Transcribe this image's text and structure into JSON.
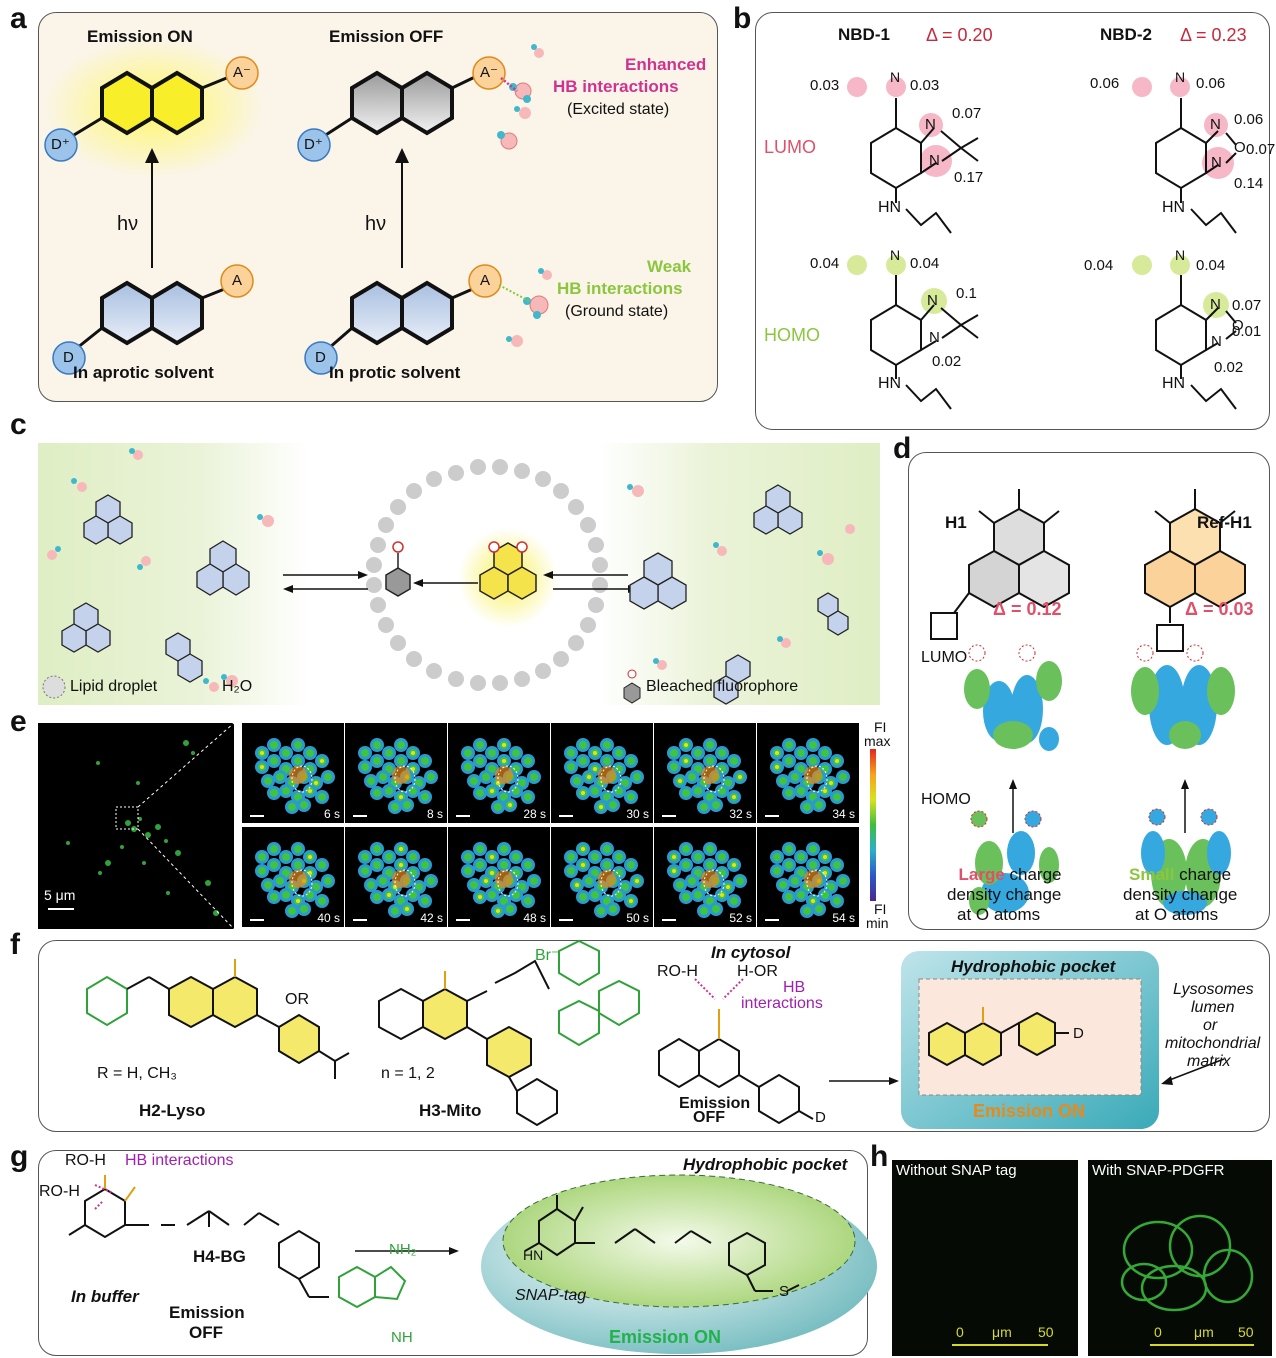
{
  "panel_labels": {
    "a": "a",
    "b": "b",
    "c": "c",
    "d": "d",
    "e": "e",
    "f": "f",
    "g": "g",
    "h": "h"
  },
  "panel_a": {
    "emission_on": "Emission ON",
    "emission_off": "Emission OFF",
    "enhanced_hb": "Enhanced",
    "enhanced_hb2": "HB interactions",
    "excited_state": "(Excited state)",
    "weak_hb": "Weak",
    "weak_hb2": "HB interactions",
    "ground_state": "(Ground state)",
    "hv_left": "hν",
    "hv_right": "hν",
    "aprotic": "In aprotic solvent",
    "protic": "In protic solvent",
    "donor_plus": "D⁺",
    "acceptor_minus": "A⁻",
    "donor": "D",
    "acceptor": "A"
  },
  "panel_b": {
    "nbd1_title": "NBD-1",
    "nbd1_delta": "Δ = 0.20",
    "nbd2_title": "NBD-2",
    "nbd2_delta": "Δ = 0.23",
    "lumo": "LUMO",
    "homo": "HOMO",
    "nbd1_lumo_vals": [
      "0.03",
      "0.03",
      "0.07",
      "0.17"
    ],
    "nbd1_homo_vals": [
      "0.04",
      "0.04",
      "0.1",
      "0.02"
    ],
    "nbd2_lumo_vals": [
      "0.06",
      "0.06",
      "0.06",
      "0.07",
      "0.14"
    ],
    "nbd2_homo_vals": [
      "0.04",
      "0.04",
      "0.07",
      "0.01",
      "0.02"
    ],
    "atom_N": "N",
    "atom_O": "O",
    "atom_HN": "HN"
  },
  "panel_c": {
    "lipid_droplet": "Lipid droplet",
    "h2o": "H₂O",
    "bleached": "Bleached fluorophore"
  },
  "panel_d": {
    "h1": "H1",
    "ref_h1": "Ref-H1",
    "h1_delta": "Δ = 0.12",
    "ref_delta": "Δ = 0.03",
    "lumo": "LUMO",
    "homo": "HOMO",
    "large": "Large",
    "small": "Small",
    "charge_text1": "charge",
    "density_text": "density change",
    "at_o": "at O atoms"
  },
  "panel_e": {
    "scale": "5 μm",
    "fi_max": "FI",
    "fi_max2": "max",
    "fi_min": "FI",
    "fi_min2": "min",
    "times": [
      "6 s",
      "8 s",
      "28 s",
      "30 s",
      "32 s",
      "34 s",
      "40 s",
      "42 s",
      "48 s",
      "50 s",
      "52 s",
      "54 s"
    ]
  },
  "panel_f": {
    "r_def": "R = H, CH₃",
    "h2": "H2-Lyso",
    "n_def": "n = 1, 2",
    "h3": "H3-Mito",
    "in_cytosol": "In cytosol",
    "hb_int": "HB",
    "hb_int2": "interactions",
    "ro_h_left": "RO-H",
    "h_or_right": "H-OR",
    "emission_off": "Emission",
    "emission_off2": "OFF",
    "pocket": "Hydrophobic pocket",
    "emission_on": "Emission ON",
    "lys1": "Lysosomes",
    "lys2": "lumen",
    "lys3": "or",
    "lys4": "mitochondrial",
    "lys5": "matrix",
    "br": "Br⁻",
    "or": "OR",
    "d": "D"
  },
  "panel_g": {
    "ro_h1": "RO-H",
    "ro_h2": "RO-H",
    "hb": "HB interactions",
    "h4": "H4-BG",
    "in_buffer": "In buffer",
    "emission": "Emission",
    "off": "OFF",
    "pocket": "Hydrophobic pocket",
    "snap": "SNAP-tag",
    "emission_on": "Emission ON",
    "nh2": "NH₂",
    "nh": "NH",
    "hn": "HN",
    "s": "S"
  },
  "panel_h": {
    "without": "Without SNAP tag",
    "with": "With SNAP-PDGFR",
    "scale_0": "0",
    "scale_um": "μm",
    "scale_50": "50"
  },
  "colors": {
    "panel_a_bg": "#faf5e8",
    "green_bg": "#e4efcc",
    "lumo_pink": "#f6b8c6",
    "homo_green": "#d6ea9a",
    "delta_red": "#c8283c",
    "magenta": "#d0338f",
    "lime": "#8cc63e",
    "emission_green": "#22b14c",
    "emission_orange": "#e88a1a"
  }
}
